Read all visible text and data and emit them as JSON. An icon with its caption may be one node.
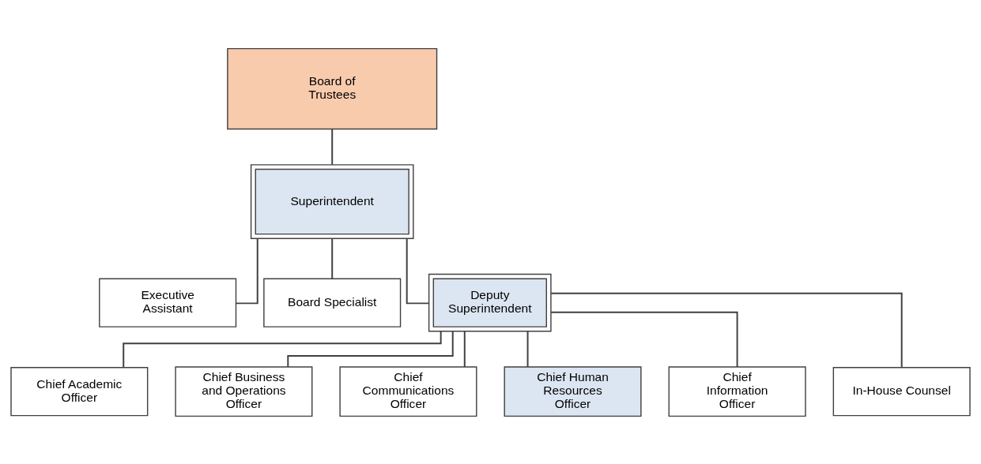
{
  "diagram": {
    "nodes": [
      {
        "text": [
          "Board of Trustees"
        ]
      },
      {
        "text": [
          "Superintendent"
        ]
      },
      {
        "text": [
          "Executive Assistant"
        ]
      },
      {
        "text": [
          "Board Specialist"
        ]
      },
      {
        "text": [
          "Deputy Superintendent"
        ]
      },
      {
        "text": [
          "Chief Academic Officer"
        ]
      },
      {
        "text": [
          "Chief Business and Operations Officer"
        ]
      },
      {
        "text": [
          "Chief Communications Officer"
        ]
      },
      {
        "text": [
          "Chief Human Resources Officer"
        ]
      },
      {
        "text": [
          "Chief Information Officer"
        ]
      },
      {
        "text": [
          "In-House Counsel"
        ]
      }
    ],
    "edges": [
      {
        "from": 0,
        "to": 1,
        "arrow": "none"
      },
      {
        "from": 1,
        "to": 2,
        "arrow": "none"
      },
      {
        "from": 1,
        "to": 3,
        "arrow": "none"
      },
      {
        "from": 1,
        "to": 4,
        "arrow": "none"
      },
      {
        "from": 4,
        "to": 5,
        "arrow": "none"
      },
      {
        "from": 4,
        "to": 6,
        "arrow": "none"
      },
      {
        "from": 4,
        "to": 7,
        "arrow": "none"
      },
      {
        "from": 4,
        "to": 8,
        "arrow": "none"
      },
      {
        "from": 4,
        "to": 9,
        "arrow": "none"
      },
      {
        "from": 4,
        "to": 10,
        "arrow": "none"
      }
    ]
  }
}
